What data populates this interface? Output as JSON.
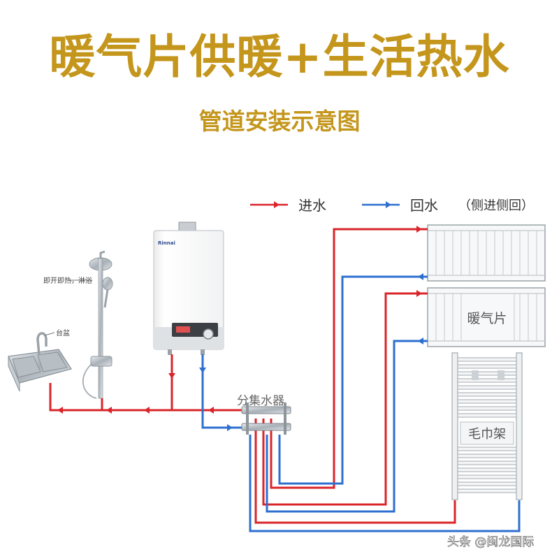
{
  "title": "暖气片供暖+生活热水",
  "subtitle": "管道安装示意图",
  "legend": {
    "supply_label": "进水",
    "return_label": "回水",
    "note": "（侧进侧回）"
  },
  "labels": {
    "shower": "即开即热，淋浴",
    "sink": "台盆",
    "manifold": "分集水器",
    "radiator": "暖气片",
    "towel_rack": "毛巾架",
    "boiler_brand": "Rinnai"
  },
  "watermark": "头条 @闽龙国际",
  "colors": {
    "supply": "#d9252a",
    "return": "#2d6fd0",
    "title": "#c4961c"
  }
}
